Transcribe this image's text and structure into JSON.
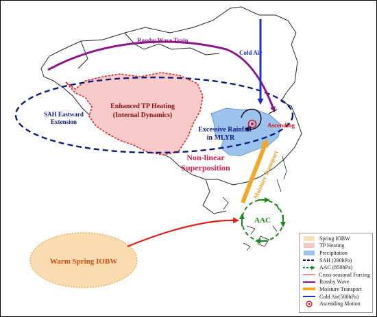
{
  "labels": {
    "rossby_wave_train": "Rossby Wave Train",
    "cold_air": "Cold Air",
    "sah_line1": "SAH Eastward",
    "sah_line2": "Extension",
    "tp_line1": "Enhanced TP Heating",
    "tp_line2": "(Internal Dynamics)",
    "ascending": "Ascending",
    "rain_line1": "Excessive Rainfall",
    "rain_line2": "in MLYR",
    "nonlinear_line1": "Non-linear",
    "nonlinear_line2": "Superposition",
    "moisture_transport": "Moisture Transport",
    "aac": "AAC",
    "iobw": "Warm Spring IOBW"
  },
  "legend": {
    "items": [
      {
        "label": "Spring IOBW",
        "symbol": "patch",
        "color": "#fbe0b6"
      },
      {
        "label": "TP Heating",
        "symbol": "patch",
        "color": "#f8c8c8"
      },
      {
        "label": "Precipitation",
        "symbol": "patch",
        "color": "#9cc2ee"
      },
      {
        "label": "SAH (200hPa)",
        "symbol": "dashed",
        "color": "#0a1a7a"
      },
      {
        "label": "AAC (850hPa)",
        "symbol": "dashed-arrow",
        "color": "#1a8a1a"
      },
      {
        "label": "Cross-seasonal Forcing",
        "symbol": "line",
        "color": "#e0201b"
      },
      {
        "label": "Rossby Wave",
        "symbol": "line",
        "color": "#8a168a"
      },
      {
        "label": "Moisture Transport",
        "symbol": "thick",
        "color": "#f5a623"
      },
      {
        "label": "Cold Air(500hPa)",
        "symbol": "line",
        "color": "#1a2fd6"
      },
      {
        "label": "Ascending Motion",
        "symbol": "target",
        "color": "#d81b1b"
      }
    ]
  },
  "colors": {
    "rossby": "#8a168a",
    "cold_air": "#1a2fd6",
    "sah": "#0a1a7a",
    "tp_fill": "#f8caca",
    "tp_edge": "#e02020",
    "rain_fill": "#9cc2ee",
    "nonlinear": "#e0204a",
    "moisture": "#f5a623",
    "aac": "#1a8a1a",
    "iobw_fill": "#fbdcb0",
    "iobw_edge": "#f0b060",
    "forcing": "#e0201b"
  }
}
